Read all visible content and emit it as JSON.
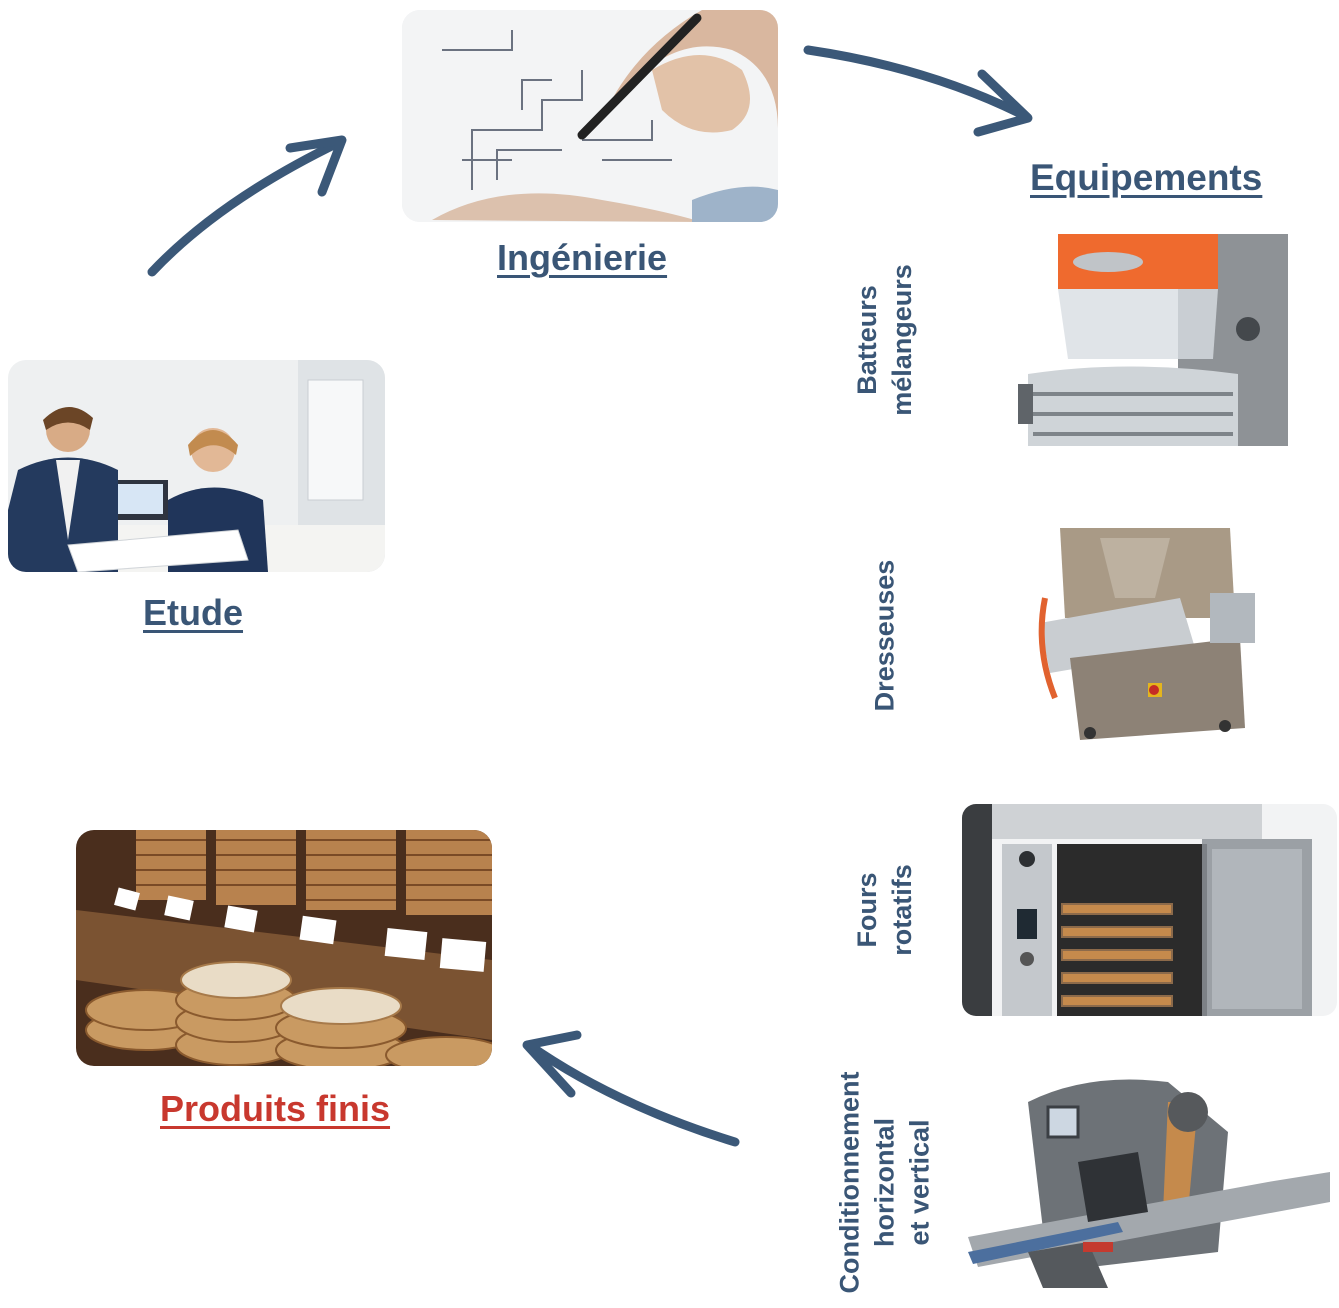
{
  "colors": {
    "primary": "#3a5676",
    "accent": "#c8382e",
    "arrow": "#3b5878"
  },
  "steps": {
    "engineering": {
      "label": "Ingénierie",
      "image_icon": "drafting-photo"
    },
    "study": {
      "label": "Etude",
      "image_icon": "meeting-photo"
    },
    "equipment": {
      "label": "Equipements"
    },
    "products": {
      "label": "Produits finis",
      "image_icon": "cookies-photo"
    }
  },
  "equipment_items": [
    {
      "lines": [
        "Batteurs",
        "mélangeurs"
      ],
      "image_icon": "mixer-photo"
    },
    {
      "lines": [
        "Dresseuses"
      ],
      "image_icon": "depositor-photo"
    },
    {
      "lines": [
        "Fours",
        "rotatifs"
      ],
      "image_icon": "rotary-oven-photo"
    },
    {
      "lines": [
        "Conditionnement",
        "horizontal",
        "et vertical"
      ],
      "image_icon": "packaging-machine-photo"
    }
  ]
}
